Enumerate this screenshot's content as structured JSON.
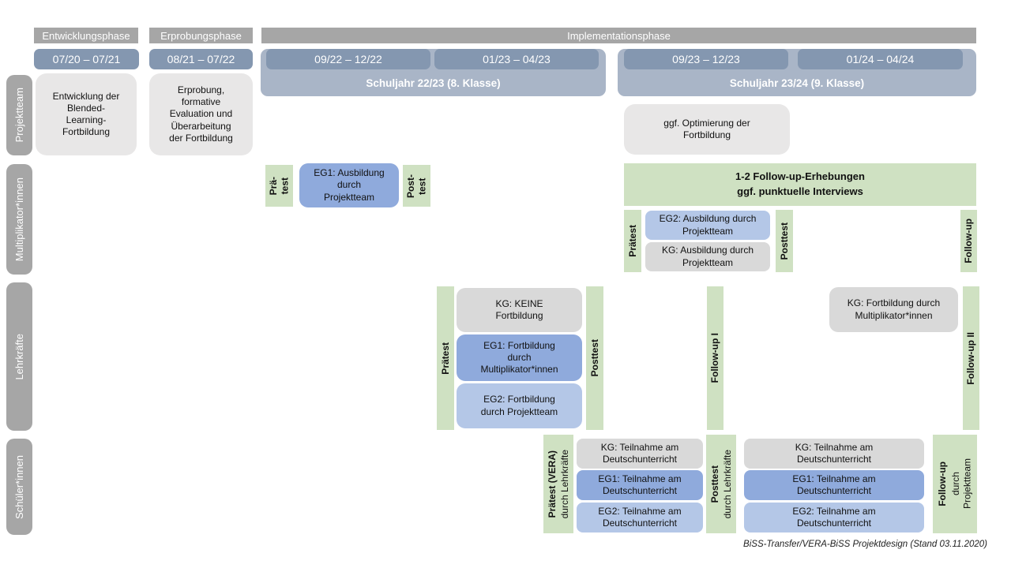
{
  "phases": {
    "entwicklung": "Entwicklungsphase",
    "erprobung": "Erprobungsphase",
    "implementation": "Implementationsphase"
  },
  "dates": {
    "d1": "07/20 – 07/21",
    "d2": "08/21 – 07/22",
    "d3": "09/22 – 12/22",
    "d4": "01/23 – 04/23",
    "d5": "09/23 – 12/23",
    "d6": "01/24 – 04/24"
  },
  "school_years": {
    "y1": "Schuljahr 22/23 (8. Klasse)",
    "y2": "Schuljahr 23/24 (9. Klasse)"
  },
  "row_labels": {
    "projektteam": "Projektteam",
    "multiplikatoren": "Multiplikator*innen",
    "lehrkraefte": "Lehrkräfte",
    "schueler": "Schüler*innen"
  },
  "projektteam": {
    "entwicklung_box": "Entwicklung der\nBlended-\nLearning-\nFortbildung",
    "erprobung_box": "Erprobung,\nformative\nEvaluation und\nÜberarbeitung\nder Fortbildung",
    "optimierung_box": "ggf. Optimierung der\nFortbildung"
  },
  "multiplikatoren": {
    "praetest_1": "Prä-\ntest",
    "eg1": "EG1: Ausbildung\ndurch\nProjektteam",
    "posttest_1": "Post-\ntest",
    "followup_info": "1-2 Follow-up-Erhebungen\nggf. punktuelle Interviews",
    "praetest_2": "Prätest",
    "eg2": "EG2: Ausbildung durch\nProjektteam",
    "kg": "KG: Ausbildung durch\nProjektteam",
    "posttest_2": "Posttest",
    "followup": "Follow-up"
  },
  "lehrkraefte": {
    "praetest": "Prätest",
    "kg": "KG: KEINE\nFortbildung",
    "eg1": "EG1: Fortbildung\ndurch\nMultiplikator*innen",
    "eg2": "EG2: Fortbildung\ndurch Projektteam",
    "posttest": "Posttest",
    "followup1": "Follow-up I",
    "kg2": "KG: Fortbildung durch\nMultiplikator*innen",
    "followup2": "Follow-up II"
  },
  "schueler": {
    "praetest_title": "Prätest (VERA)",
    "praetest_sub": "durch Lehrkräfte",
    "kg1": "KG: Teilnahme am\nDeutschunterricht",
    "eg1_1": "EG1: Teilnahme am\nDeutschunterricht",
    "eg2_1": "EG2: Teilnahme am\nDeutschunterricht",
    "posttest_title": "Posttest",
    "posttest_sub": "durch Lehrkräfte",
    "kg2": "KG: Teilnahme am\nDeutschunterricht",
    "eg1_2": "EG1: Teilnahme am\nDeutschunterricht",
    "eg2_2": "EG2: Teilnahme am\nDeutschunterricht",
    "followup_title": "Follow-up",
    "followup_sub": "durch\nProjektteam"
  },
  "footer": "BiSS-Transfer/VERA-BiSS Projektdesign (Stand 03.11.2020)",
  "colors": {
    "phase_bar": "#a6a6a6",
    "date_bar": "#8497b0",
    "year_band": "#a9b5c7",
    "green": "#cfe1c2",
    "blue_medium": "#8faadc",
    "blue_light": "#b4c7e7",
    "gray_light": "#e8e7e7",
    "gray_kg": "#d9d9d9"
  }
}
